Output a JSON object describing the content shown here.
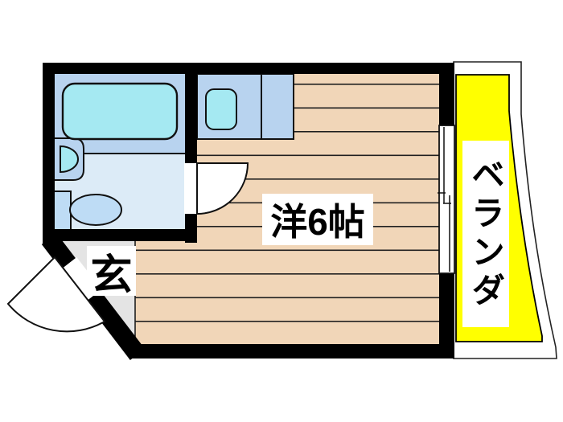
{
  "title": "apartment-floor-plan",
  "labels": {
    "room": "洋6帖",
    "entrance": "玄",
    "balcony": "ベランダ"
  },
  "fixtures": [
    "bathtub",
    "wash-basin",
    "toilet",
    "kitchen-sink",
    "hinged-door-bathroom",
    "hinged-door-entrance",
    "sliding-window"
  ],
  "colors": {
    "wall": "#000000",
    "wood_floor": "#f1d6b8",
    "board_line": "#1f1f1f",
    "balcony_fill": "#ffff00",
    "balcony_line": "#222222",
    "entrance_floor": "#e4e4e4",
    "unit_blue": "#b8d3ef",
    "fixture_cyan": "#a5e9f2",
    "bath_floor_light": "#dcebf7",
    "toilet_fill": "#bedcf5",
    "outline": "#111111",
    "label_bg": "#ffffff",
    "label_text": "#000000"
  }
}
